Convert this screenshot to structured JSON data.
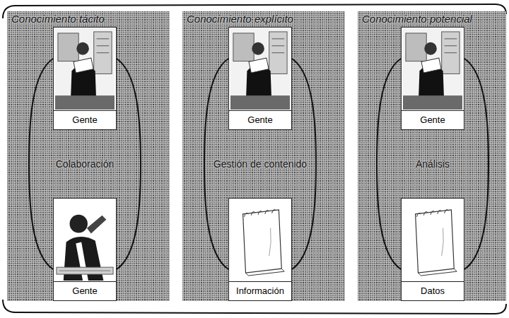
{
  "diagram": {
    "nodes": [
      {
        "text": [
          "Conocimiento tácito"
        ]
      },
      {
        "text": [
          "Gente"
        ],
        "in": 0
      },
      {
        "text": [
          "Gente"
        ],
        "in": 0
      },
      {
        "text": [
          "Conocimiento explícito"
        ]
      },
      {
        "text": [
          "Gente"
        ],
        "in": 3
      },
      {
        "text": [
          "Información"
        ],
        "in": 3
      },
      {
        "text": [
          "Conocimiento potencial"
        ]
      },
      {
        "text": [
          "Gente"
        ],
        "in": 6
      },
      {
        "text": [
          "Datos"
        ],
        "in": 6
      }
    ],
    "edges": [
      {
        "from": 1,
        "to": 2,
        "arrow": "none",
        "label": "Colaboración"
      },
      {
        "from": 4,
        "to": 5,
        "arrow": "none",
        "label": "Gestión de contenido"
      },
      {
        "from": 7,
        "to": 8,
        "arrow": "none",
        "label": "Análisis"
      }
    ]
  }
}
